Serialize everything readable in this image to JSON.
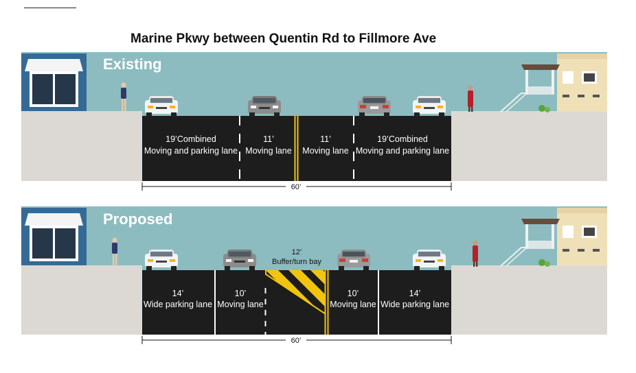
{
  "title": "Marine Pkwy between Quentin Rd to Fillmore Ave",
  "colors": {
    "sky": "#8cbcc0",
    "sidewalk": "#dcd9d4",
    "road": "#1d1d1d",
    "lane_line": "#ffffff",
    "center_line": "#f1c40f",
    "buffer_stripe": "#f1c40f",
    "house_left": "#356a96",
    "house_right": "#efe0b8"
  },
  "existing": {
    "label": "Existing",
    "total_width": "60’",
    "lanes": [
      {
        "width": "19’Combined",
        "name": "Moving and parking lane"
      },
      {
        "width": "11’",
        "name": "Moving lane"
      },
      {
        "width": "11’",
        "name": "Moving lane"
      },
      {
        "width": "19’Combined",
        "name": "Moving and parking lane"
      }
    ]
  },
  "proposed": {
    "label": "Proposed",
    "total_width": "60’",
    "buffer": {
      "width": "12’",
      "name": "Buffer/turn bay"
    },
    "lanes": [
      {
        "width": "14’",
        "name": "Wide parking lane"
      },
      {
        "width": "10’",
        "name": "Moving lane"
      },
      {
        "width": "10’",
        "name": "Moving lane"
      },
      {
        "width": "14’",
        "name": "Wide parking lane"
      }
    ]
  }
}
